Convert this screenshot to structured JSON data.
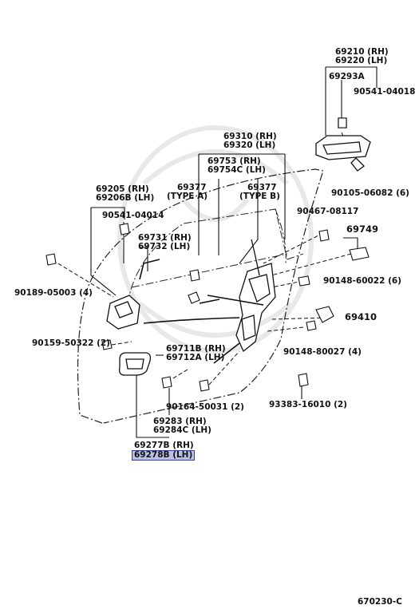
{
  "labels": {
    "p69210": "69210 (RH)",
    "p69220": "69220 (LH)",
    "p69293A": "69293A",
    "p90541_04018": "90541-04018",
    "p69310": "69310 (RH)",
    "p69320": "69320 (LH)",
    "p69753": "69753  (RH)",
    "p69754C": "69754C (LH)",
    "p69377a": "69377",
    "type_a": "(TYPE  A)",
    "p69377b": "69377",
    "type_b": "(TYPE  B)",
    "p69205": "69205  (RH)",
    "p69206B": "69206B (LH)",
    "p90541_04014": "90541-04014",
    "p90105": "90105-06082 (6)",
    "p90467": "90467-08117",
    "p69749": "69749",
    "p69731": "69731 (RH)",
    "p69732": "69732 (LH)",
    "p90189": "90189-05003 (4)",
    "p90148_60022": "90148-60022 (6)",
    "p69410": "69410",
    "p90159": "90159-50322 (2)",
    "p69711B": "69711B (RH)",
    "p69712A": "69712A (LH)",
    "p90148_80027": "90148-80027 (4)",
    "p90164": "90164-50031 (2)",
    "p93383": "93383-16010 (2)",
    "p69283": "69283   (RH)",
    "p69284C": "69284C (LH)",
    "p69277B": "69277B (RH)",
    "p69278B": "69278B (LH)"
  },
  "footer": "670230-C"
}
